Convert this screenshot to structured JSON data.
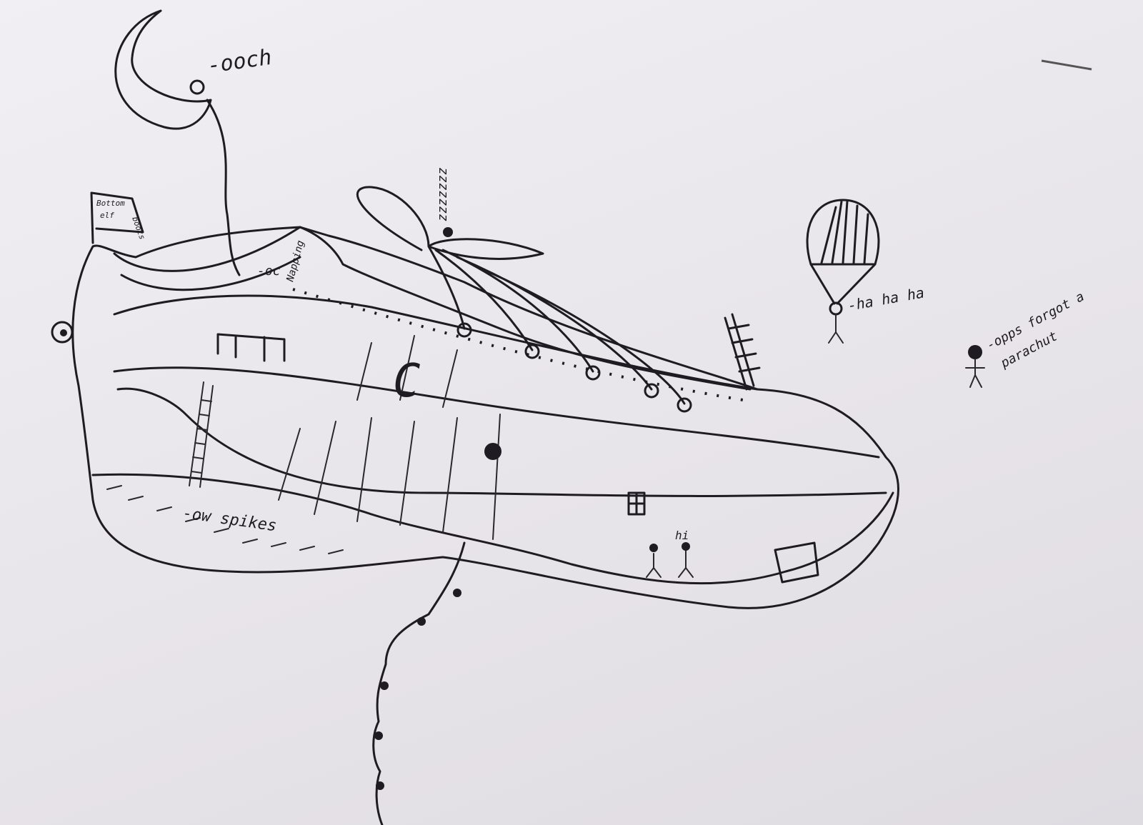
{
  "drawing": {
    "ink_color": "#1e1c22",
    "paper_color": "#ece9ee",
    "labels": {
      "moon": "-ooch",
      "sleeper": "zzzzzzz",
      "flag_line1": "Bottom",
      "flag_line2": "elf",
      "flag_line3": "boots",
      "climber": "-oc",
      "collar": "Napping",
      "parachute": "-ha ha ha",
      "falling_line1": "-opps forgot a",
      "falling_line2": "parachut",
      "greeting": "hi",
      "spikes": "-ow spikes"
    },
    "logo": "C"
  }
}
